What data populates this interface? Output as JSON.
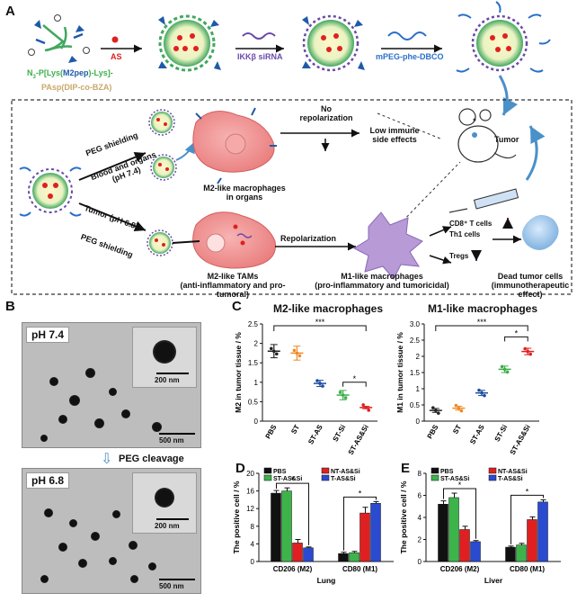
{
  "panels": {
    "A": "A",
    "B": "B",
    "C": "C",
    "D": "D",
    "E": "E"
  },
  "panelA": {
    "as_label": "AS",
    "polymer_label": {
      "line1a": "N",
      "line1b": "3",
      "line1c": "-P[Lys(",
      "line1d": "M2pep",
      "line1e": ")-Lys]-",
      "line2": "PAsp(DIP-co-BZA)"
    },
    "sirna_label": "IKKβ siRNA",
    "mpeg_label": "mPEG-phe-DBCO",
    "peg_shielding_top": "PEG shielding",
    "blood_organs": "Blood and organs\n(pH 7.4)",
    "tumor_ph": "Tumor (pH 6.8)",
    "peg_shielding_bottom": "PEG shielding",
    "no_repolarization": "No\nrepolarization",
    "low_immune": "Low immune\nside effects",
    "m2_organs": "M2-like macrophages\nin organs",
    "m2_tams": "M2-like TAMs\n(anti-inflammatory and pro-tumoral)",
    "repolarization": "Repolarization",
    "m1_like": "M1-like macrophages\n(pro-inflammatory and tumoricidal)",
    "cd8": "CD8⁺ T cells",
    "th1": "Th1 cells",
    "tregs": "Tregs",
    "dead_tumor": "Dead tumor cells\n(immunotherapeutic effect)",
    "tumor_label": "Tumor"
  },
  "panelB": {
    "ph74": "pH 7.4",
    "ph68": "pH 6.8",
    "peg_cleavage": "PEG cleavage",
    "scale_inset": "200 nm",
    "scale_main": "500 nm"
  },
  "colors": {
    "nanoparticle_core": "#ff5f5f",
    "shell_green": "#43a75f",
    "peg_blue": "#1e5aa8",
    "cell_pink": "#f08f8f",
    "m1_purple": "#b79ad6",
    "tumor_blue": "#9cc3e8",
    "arrow_blue": "#4a90c9"
  },
  "chart_data": [
    {
      "id": "C-left",
      "type": "scatter",
      "title": "M2-like macrophages",
      "ylabel": "M2 in tumor tissue / %",
      "ylim": [
        0,
        2.5
      ],
      "yticks": [
        "0",
        "0.5",
        "1",
        "1.5",
        "2",
        "2.5"
      ],
      "categories": [
        "PBS",
        "ST",
        "ST-AS",
        "ST-Si",
        "ST-AS&Si"
      ],
      "values": [
        1.8,
        1.75,
        0.97,
        0.67,
        0.35
      ],
      "errors": [
        0.17,
        0.18,
        0.08,
        0.12,
        0.03
      ],
      "colors": [
        "#222222",
        "#f08a24",
        "#1e4ea0",
        "#3bb04a",
        "#e02020"
      ],
      "annotations": [
        "***",
        "*"
      ]
    },
    {
      "id": "C-right",
      "type": "scatter",
      "title": "M1-like macrophages",
      "ylabel": "M1 in tumor tissue / %",
      "ylim": [
        0,
        3.0
      ],
      "yticks": [
        "0",
        "0.5",
        "1",
        "1.5",
        "2",
        "2.5",
        "3.0"
      ],
      "categories": [
        "PBS",
        "ST",
        "ST-AS",
        "ST-Si",
        "ST-AS&Si"
      ],
      "values": [
        0.33,
        0.4,
        0.87,
        1.6,
        2.15
      ],
      "errors": [
        0.06,
        0.06,
        0.08,
        0.1,
        0.1
      ],
      "colors": [
        "#222222",
        "#f08a24",
        "#1e4ea0",
        "#3bb04a",
        "#e02020"
      ],
      "annotations": [
        "***",
        "*"
      ]
    },
    {
      "id": "D",
      "type": "bar",
      "ylabel": "The positive cell / %",
      "xlabel": "Lung",
      "ylim": [
        0,
        20
      ],
      "yticks": [
        "0",
        "4",
        "8",
        "12",
        "16",
        "20"
      ],
      "categories": [
        "CD206 (M2)",
        "CD80 (M1)"
      ],
      "series": [
        {
          "name": "PBS",
          "values": [
            15.5,
            1.8
          ],
          "errors": [
            0.6,
            0.3
          ],
          "color": "#111111"
        },
        {
          "name": "ST-AS&Si",
          "values": [
            16.0,
            2.0
          ],
          "errors": [
            0.7,
            0.3
          ],
          "color": "#3cb44a"
        },
        {
          "name": "NT-AS&Si",
          "values": [
            4.2,
            11.0
          ],
          "errors": [
            0.8,
            1.3
          ],
          "color": "#e02020"
        },
        {
          "name": "T-AS&Si",
          "values": [
            3.1,
            13.2
          ],
          "errors": [
            0.2,
            0.4
          ],
          "color": "#2a4bd0"
        }
      ],
      "annotations": [
        "*",
        "*"
      ]
    },
    {
      "id": "E",
      "type": "bar",
      "ylabel": "The positive cell / %",
      "xlabel": "Liver",
      "ylim": [
        0,
        8
      ],
      "yticks": [
        "0",
        "2",
        "4",
        "6",
        "8"
      ],
      "categories": [
        "CD206 (M2)",
        "CD80 (M1)"
      ],
      "series": [
        {
          "name": "PBS",
          "values": [
            5.2,
            1.3
          ],
          "errors": [
            0.3,
            0.1
          ],
          "color": "#111111"
        },
        {
          "name": "ST-AS&Si",
          "values": [
            5.8,
            1.5
          ],
          "errors": [
            0.4,
            0.15
          ],
          "color": "#3cb44a"
        },
        {
          "name": "NT-AS&Si",
          "values": [
            2.9,
            3.8
          ],
          "errors": [
            0.3,
            0.25
          ],
          "color": "#e02020"
        },
        {
          "name": "T-AS&Si",
          "values": [
            1.8,
            5.4
          ],
          "errors": [
            0.1,
            0.2
          ],
          "color": "#2a4bd0"
        }
      ],
      "annotations": [
        "*",
        "*"
      ]
    }
  ]
}
